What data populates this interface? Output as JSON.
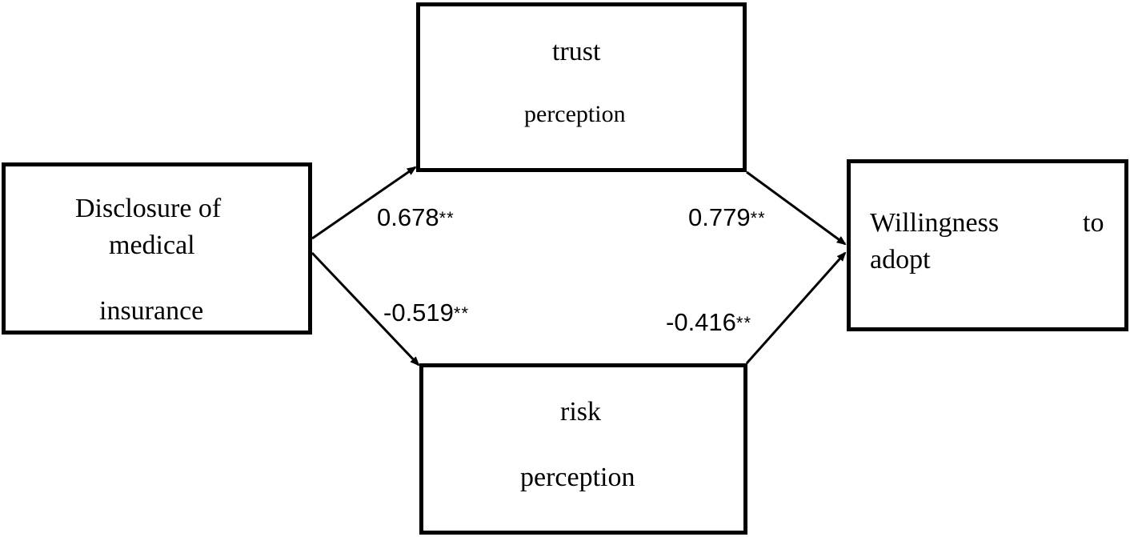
{
  "nodes": {
    "disclosure": {
      "line1": "Disclosure of",
      "line2": "medical",
      "line3": "insurance"
    },
    "trust": {
      "line1": "trust",
      "line2": "perception"
    },
    "willingness": {
      "word1": "Willingness",
      "word2": "to",
      "word3": "adopt"
    },
    "risk": {
      "line1": "risk",
      "line2": "perception"
    }
  },
  "paths": {
    "disclosure_to_trust": {
      "value": "0.678",
      "sig": "**"
    },
    "trust_to_willingness": {
      "value": "0.779",
      "sig": "**"
    },
    "disclosure_to_risk": {
      "value": "-0.519",
      "sig": "**"
    },
    "risk_to_willingness": {
      "value": "-0.416",
      "sig": "**"
    }
  }
}
